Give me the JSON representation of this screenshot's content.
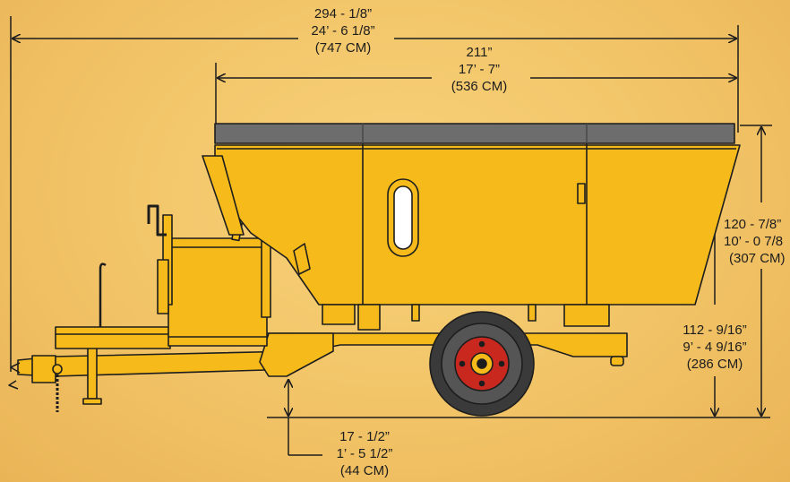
{
  "colors": {
    "background": "#f1c265",
    "body_yellow": "#f6bb1a",
    "outline": "#1d1d1d",
    "tarp_gray": "#6d6d6d",
    "hub_red": "#c8281e"
  },
  "dimensions": {
    "overall_length": {
      "inches": "294 - 1/8”",
      "feet": "24’ - 6 1/8”",
      "cm": "(747 CM)"
    },
    "tub_length": {
      "inches": "211”",
      "feet": "17’ - 7”",
      "cm": "(536 CM)"
    },
    "overall_height": {
      "inches": "120 - 7/8”",
      "feet": "10’ - 0 7/8",
      "cm": "(307 CM)"
    },
    "tub_top_height": {
      "inches": "112 - 9/16”",
      "feet": "9’ - 4 9/16”",
      "cm": "(286 CM)"
    },
    "ground_clearance": {
      "inches": "17 - 1/2”",
      "feet": "1’ - 5 1/2”",
      "cm": "(44 CM)"
    }
  }
}
